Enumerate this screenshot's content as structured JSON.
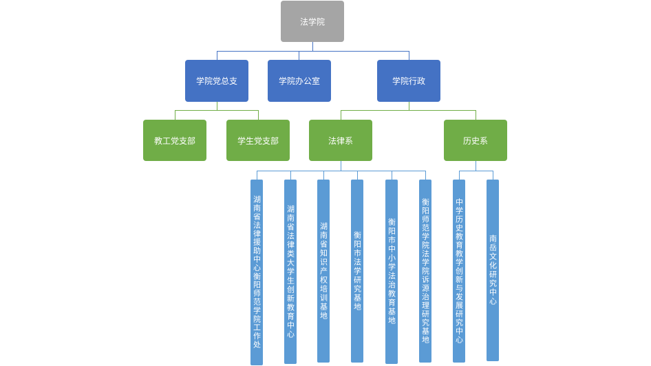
{
  "root": {
    "label": "法学院"
  },
  "level1": [
    {
      "label": "学院党总支"
    },
    {
      "label": "学院办公室"
    },
    {
      "label": "学院行政"
    }
  ],
  "level2": [
    {
      "label": "教工党支部"
    },
    {
      "label": "学生党支部"
    },
    {
      "label": "法律系"
    },
    {
      "label": "历史系"
    }
  ],
  "law_units": [
    {
      "label": "湖南省法律援助中心衡阳师范学院工作处"
    },
    {
      "label": "湖南省法律类大学生创新教育中心"
    },
    {
      "label": "湖南省知识产权培训基地"
    },
    {
      "label": "衡阳市法学研究基地"
    },
    {
      "label": "衡阳市中小学法治教育基地"
    },
    {
      "label": "衡阳师范学院法学院诉源治理研究基地"
    }
  ],
  "history_units": [
    {
      "label": "中学历史教育教学创新与发展研究中心"
    },
    {
      "label": "南岳文化研究中心"
    }
  ],
  "colors": {
    "root": "#a5a5a5",
    "level1": "#4472c4",
    "level2": "#70ad47",
    "units": "#5b9bd5"
  }
}
